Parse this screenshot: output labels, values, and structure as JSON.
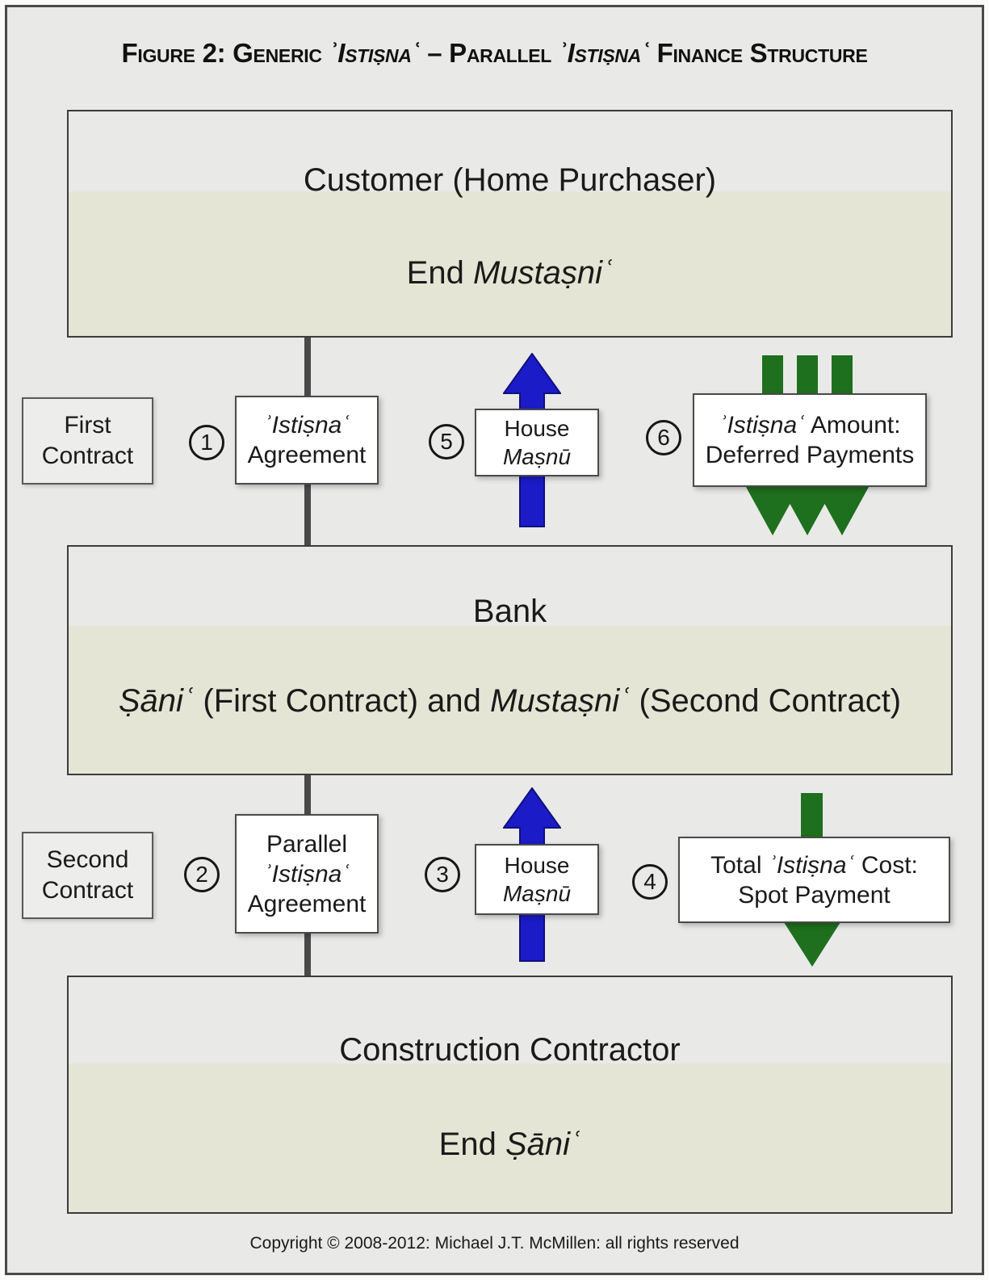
{
  "figure": {
    "title_prefix": "Figure 2: Generic ",
    "title_term1": "ʾIstiṣnaʿ",
    "title_mid": " – Parallel ",
    "title_term2": "ʾIstiṣnaʿ",
    "title_suffix": " Finance Structure",
    "copyright": "Copyright © 2008-2012: Michael J.T. McMillen: all rights reserved"
  },
  "entities": {
    "customer": {
      "name": "Customer (Home Purchaser)",
      "role_prefix": "End ",
      "role_term": "Mustaṣniʿ"
    },
    "bank": {
      "name": "Bank",
      "role_term1": "Ṣāniʿ",
      "role_mid": " (First Contract) and ",
      "role_term2": "Mustaṣniʿ",
      "role_suffix": " (Second Contract)"
    },
    "contractor": {
      "name": "Construction Contractor",
      "role_prefix": "End ",
      "role_term": "Ṣāniʿ"
    }
  },
  "labels": {
    "first_contract": "First Contract",
    "second_contract": "Second Contract"
  },
  "steps": {
    "s1": {
      "number": "1",
      "term": "ʾIstiṣnaʿ",
      "label": "Agreement"
    },
    "s2": {
      "number": "2",
      "pre": "Parallel",
      "term": "ʾIstiṣnaʿ",
      "label": "Agreement"
    },
    "s3": {
      "number": "3",
      "label": "House",
      "term": "Maṣnū"
    },
    "s4": {
      "number": "4",
      "line1_pre": "Total ",
      "line1_term": "ʾIstiṣnaʿ",
      "line1_post": " Cost:",
      "line2": "Spot Payment"
    },
    "s5": {
      "number": "5",
      "label": "House",
      "term": "Maṣnū"
    },
    "s6": {
      "number": "6",
      "line1_term": "ʾIstiṣnaʿ",
      "line1_post": " Amount:",
      "line2": "Deferred Payments"
    }
  },
  "colors": {
    "arrow_blue": "#1b1bc8",
    "arrow_green": "#1e6f1e",
    "band_beige": "#e5e5d5",
    "page_bg": "#e9e9e8"
  }
}
